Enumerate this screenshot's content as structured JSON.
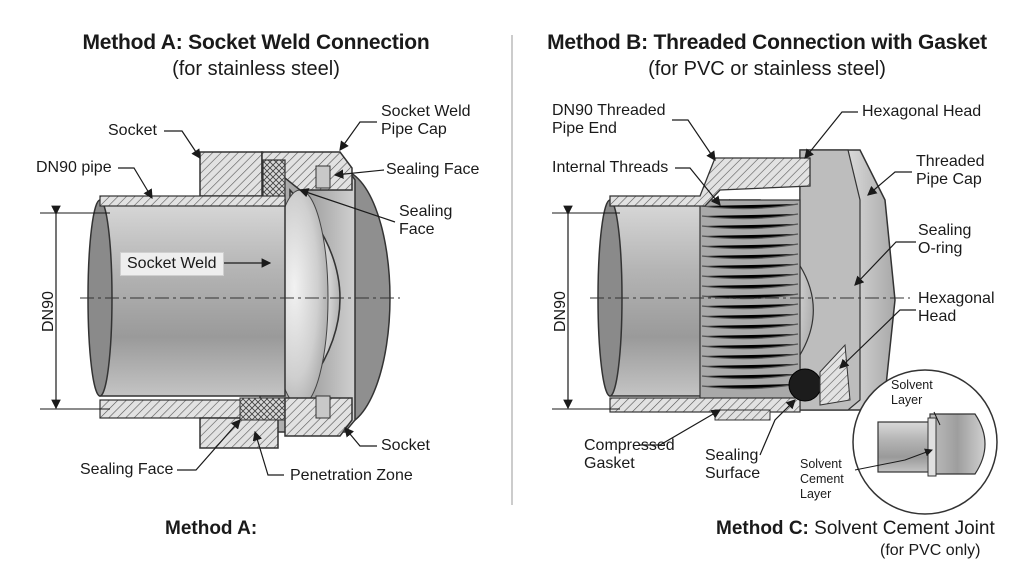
{
  "left": {
    "title": "Method A: Socket Weld Connection",
    "subtitle": "(for stainless steel)",
    "labels": {
      "socket_top": "Socket",
      "socket_weld_pipe_cap": "Socket Weld\nPipe Cap",
      "dn90_pipe": "DN90 pipe",
      "sealing_face_1": "Sealing Face",
      "sealing_face_2": "Sealing\nFace",
      "socket_weld": "Socket Weld",
      "dimension": "DN90",
      "socket_bottom": "Socket",
      "sealing_face_bottom": "Sealing Face",
      "penetration_zone": "Penetration Zone"
    },
    "footer": "Method A:"
  },
  "right": {
    "title": "Method B: Threaded Connection with Gasket",
    "subtitle": "(for PVC or stainless steel)",
    "labels": {
      "threaded_pipe_end": "DN90 Threaded\nPipe End",
      "hexagonal_head_top": "Hexagonal Head",
      "internal_threads": "Internal Threads",
      "threaded_pipe_cap": "Threaded\nPipe Cap",
      "sealing_oring": "Sealing\nO-ring",
      "hexagonal_head_2": "Hexagonal\nHead",
      "dimension": "DN90",
      "compressed_gasket": "Compressed\nGasket",
      "sealing_surface": "Sealing\nSurface"
    }
  },
  "inset": {
    "solvent_layer": "Solvent\nLayer",
    "solvent_cement_layer": "Solvent\nCement\nLayer"
  },
  "footer_c": {
    "bold": "Method C:",
    "text": " Solvent Cement Joint",
    "note": "(for PVC only)"
  }
}
